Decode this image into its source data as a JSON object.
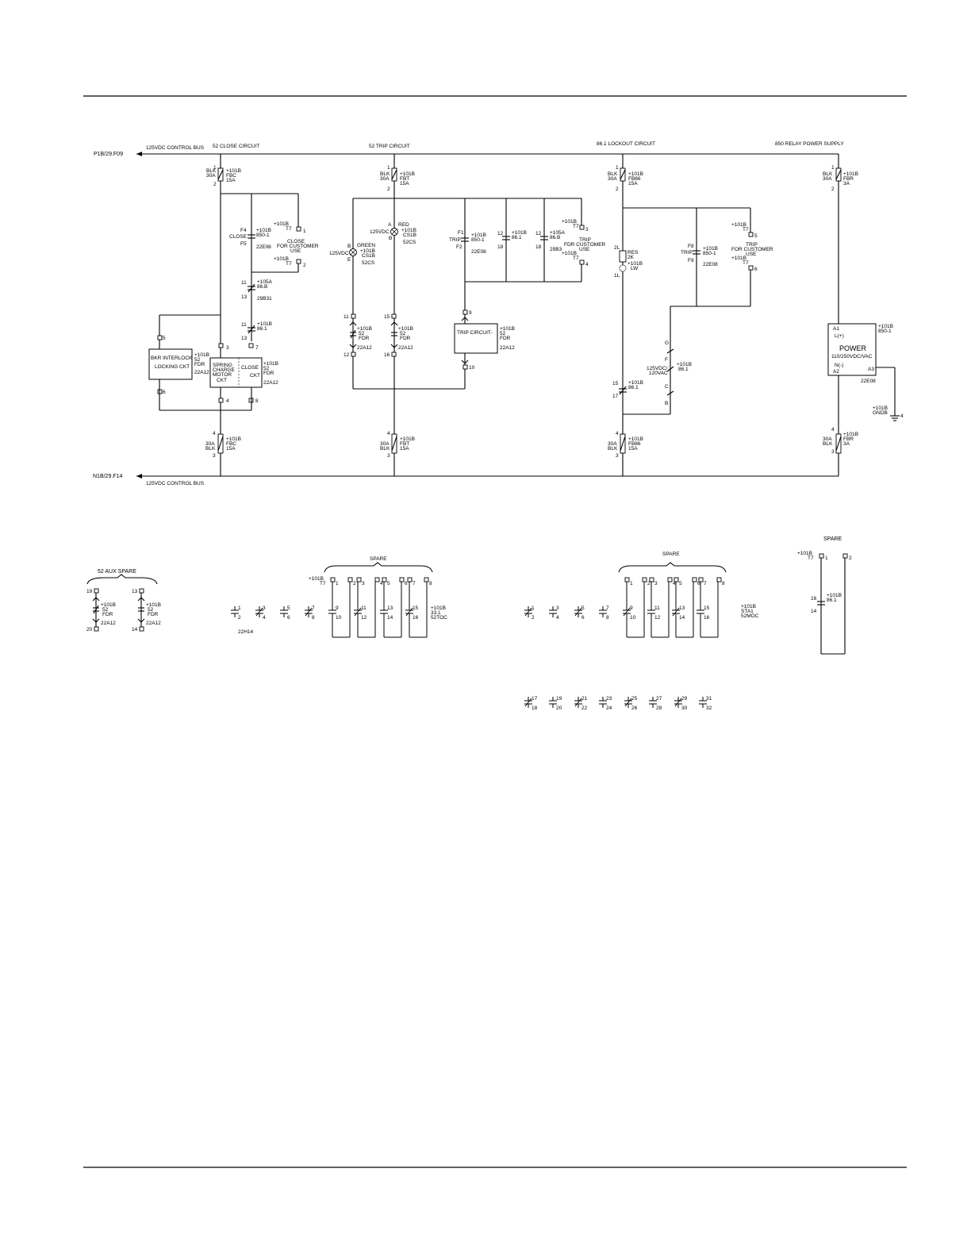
{
  "circuits": {
    "bus_top": {
      "ref": "P1B/29.F09",
      "label": "125VDC CONTROL BUS"
    },
    "bus_bottom": {
      "ref": "N1B/29.F14",
      "label": "125VDC CONTROL BUS"
    },
    "close_title": "52 CLOSE CIRCUIT",
    "trip_title": "52 TRIP CIRCUIT",
    "lockout_title": "86.1 LOCKOUT CIRCUIT",
    "relay_title": "850 RELAY POWER SUPPLY"
  },
  "fuses": {
    "fbc_top": {
      "blk": "BLK",
      "amp": "30A",
      "dev": "+101B",
      "name": "FBC",
      "rating": "15A",
      "t1": "1",
      "t2": "2"
    },
    "fbt_top": {
      "blk": "BLK",
      "amp": "30A",
      "dev": "+101B",
      "name": "FBT",
      "rating": "15A",
      "t1": "1",
      "t2": "2"
    },
    "fb86_top": {
      "blk": "BLK",
      "amp": "30A",
      "dev": "+101B",
      "name": "FB86",
      "rating": "15A",
      "t1": "1",
      "t2": "2"
    },
    "fbr_top": {
      "blk": "BLK",
      "amp": "30A",
      "dev": "+101B",
      "name": "FBR",
      "rating": "3A",
      "t1": "1",
      "t2": "2"
    },
    "fbc_bot": {
      "blk": "BLK",
      "amp": "30A",
      "dev": "+101B",
      "name": "FBC",
      "rating": "15A",
      "t1": "4",
      "t2": "3"
    },
    "fbt_bot": {
      "blk": "BLK",
      "amp": "30A",
      "dev": "+101B",
      "name": "FBT",
      "rating": "15A",
      "t1": "4",
      "t2": "3"
    },
    "fb86_bot": {
      "blk": "BLK",
      "amp": "30A",
      "dev": "+101B",
      "name": "FB86",
      "rating": "15A",
      "t1": "4",
      "t2": "3"
    },
    "fbr_bot": {
      "blk": "BLK",
      "amp": "30A",
      "dev": "+101B",
      "name": "FBR",
      "rating": "3A",
      "t1": "4",
      "t2": "3"
    }
  },
  "close": {
    "f4": "F4",
    "close": "CLOSE",
    "f5": "F5",
    "dev": "+101B",
    "dev_name": "850-1",
    "ref": "22E08",
    "t7": "+101B",
    "t7b": "T7",
    "term1": "1",
    "term2": "2",
    "cust1": "CLOSE",
    "cust2": "FOR CUSTOMER",
    "cust3": "USE",
    "c86b": {
      "t11": "11",
      "t13": "13",
      "dev": "+105A",
      "name": "86.B",
      "ref": "29B31"
    },
    "c861": {
      "t11": "11",
      "t13": "13",
      "dev": "+101B",
      "name": "86.1"
    },
    "bkr": {
      "l1": "BKR INTERLOCK",
      "l2": "LOCKING CKT",
      "t5": "5",
      "t6": "6",
      "dev": "+101B",
      "name": "52",
      "sub": "FDR",
      "ref": "22A12"
    },
    "spring": {
      "l1": "SPRING",
      "l2": "CHARGE",
      "l3": "MOTOR",
      "l4": "CKT",
      "close1": "CLOSE",
      "close2": "CKT",
      "t3": "3",
      "t7": "7",
      "t4": "4",
      "t8": "8",
      "dev": "+101B",
      "name": "52",
      "sub": "FDR",
      "ref": "22A12"
    }
  },
  "trip": {
    "red": {
      "a": "A",
      "label": "RED",
      "volt": "125VDC",
      "b": "B",
      "dev": "+101B",
      "name": "CS1B",
      "sub": "52CS"
    },
    "green": {
      "b": "B",
      "label": "GREEN",
      "volt": "125VDC",
      "e": "E",
      "dev": "+101B",
      "name": "CS1B",
      "sub": "52CS"
    },
    "c1": {
      "t1": "11",
      "t2": "12",
      "dev": "+101B",
      "name": "52",
      "sub": "FDR",
      "ref": "22A12"
    },
    "c2": {
      "t1": "15",
      "t2": "16",
      "dev": "+101B",
      "name": "52",
      "sub": "FDR",
      "ref": "22A12"
    },
    "f1": {
      "f1": "F1",
      "trip": "TRIP",
      "f2": "F2",
      "dev": "+101B",
      "name": "850-1",
      "ref": "22E08"
    },
    "c861": {
      "t12": "12",
      "t18": "18",
      "dev": "+101B",
      "name": "86.1"
    },
    "c86b": {
      "t12": "12",
      "t18": "18",
      "dev": "+105A",
      "name": "86.B",
      "ref": "29B3"
    },
    "cust": {
      "dev": "+101B",
      "t7": "T7",
      "term3": "3",
      "term4": "4",
      "c1": "TRIP",
      "c2": "FDR CUSTOMER",
      "c3": "USE",
      "dev2": "+101B",
      "t7b": "T7"
    },
    "circuit": {
      "label": "TRIP CIRCUIT-",
      "t9": "9",
      "t10": "10",
      "dev": "+101B",
      "name": "52",
      "sub": "FDR",
      "ref": "22A12"
    }
  },
  "lockout": {
    "res": {
      "t2l": "2L",
      "res": "RES",
      "val": "2K",
      "t1l": "1L",
      "dev": "+101B",
      "name": "LW"
    },
    "f8": {
      "f8": "F8",
      "trip": "TRIP",
      "f9": "F9",
      "dev": "+101B",
      "name": "850-1",
      "ref": "22E08"
    },
    "cust": {
      "dev": "+101B",
      "t7": "T7",
      "term5": "5",
      "term6": "6",
      "c1": "TRIP",
      "c2": "FOR CUSTOMER",
      "c3": "USE",
      "dev2": "+101B",
      "t7b": "T7"
    },
    "coil": {
      "g": "G",
      "f": "F",
      "c": "C",
      "b": "B",
      "v1": "125VDC/",
      "v2": "120VAC",
      "dev": "+101B",
      "name": "86.1"
    },
    "c1517": {
      "t15": "15",
      "t17": "17",
      "dev": "+101B",
      "name": "86.1"
    }
  },
  "relay": {
    "a1": "A1",
    "lplus": "L(+)",
    "power": "POWER",
    "volt": "110/250VDC/VAC",
    "nminus": "N(-)",
    "a2": "A2",
    "a3": "A3",
    "dev": "+101B",
    "name": "850-1",
    "ref": "22E08",
    "gnd_dev": "+101B",
    "gnd_name": "GNDB",
    "gnd_term": "4"
  },
  "aux": {
    "title": "52 AUX SPARE",
    "c1": {
      "t1": "19",
      "t2": "20",
      "dev": "+101B",
      "name": "52",
      "sub": "FDR",
      "ref": "22A12"
    },
    "c2": {
      "t1": "13",
      "t2": "14",
      "dev": "+101B",
      "name": "52",
      "sub": "FDR",
      "ref": "22A12"
    }
  },
  "toc": {
    "spare": "SPARE",
    "dev": "+101B",
    "t7": "T7",
    "terms": [
      "1",
      "2",
      "3",
      "4",
      "5",
      "6",
      "7",
      "8"
    ],
    "contacts_l": [
      [
        "1",
        "2"
      ],
      [
        "3",
        "4"
      ],
      [
        "5",
        "6"
      ],
      [
        "7",
        "8"
      ]
    ],
    "contacts_r": [
      [
        "9",
        "10"
      ],
      [
        "11",
        "12"
      ],
      [
        "13",
        "14"
      ],
      [
        "15",
        "16"
      ]
    ],
    "ref": "22H14",
    "dev2": "+101B",
    "name2": "33.1",
    "sub2": "52TOC"
  },
  "moc": {
    "spare": "SPARE",
    "terms": [
      "1",
      "2",
      "3",
      "4",
      "5",
      "6",
      "7",
      "8"
    ],
    "contacts_l": [
      [
        "1",
        "2"
      ],
      [
        "3",
        "4"
      ],
      [
        "5",
        "6"
      ],
      [
        "7",
        "8"
      ]
    ],
    "contacts_r": [
      [
        "9",
        "10"
      ],
      [
        "11",
        "12"
      ],
      [
        "13",
        "14"
      ],
      [
        "15",
        "16"
      ]
    ],
    "contacts_b": [
      [
        "17",
        "18"
      ],
      [
        "19",
        "20"
      ],
      [
        "21",
        "22"
      ],
      [
        "23",
        "24"
      ],
      [
        "25",
        "26"
      ],
      [
        "27",
        "28"
      ],
      [
        "29",
        "30"
      ],
      [
        "31",
        "32"
      ]
    ],
    "dev": "+101B",
    "name": "STA1",
    "sub": "52MOC"
  },
  "spare86": {
    "title": "SPARE",
    "dev": "+101B",
    "t7": "T7",
    "term1": "1",
    "term2": "2",
    "t16": "16",
    "t14": "14",
    "cdev": "+101B",
    "cname": "86.1"
  }
}
